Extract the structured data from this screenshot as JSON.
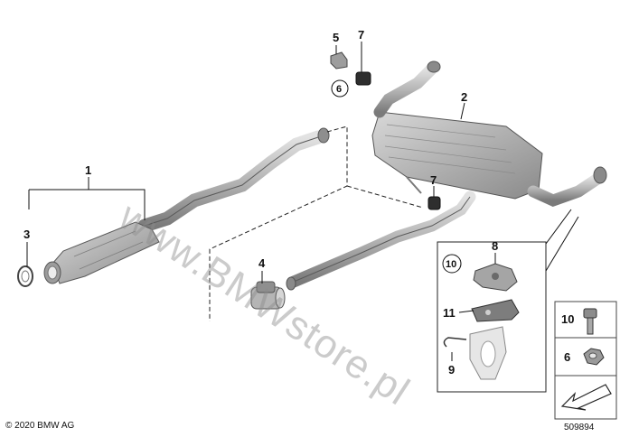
{
  "callouts": {
    "c1": "1",
    "c2": "2",
    "c3": "3",
    "c4": "4",
    "c5": "5",
    "c6": "6",
    "c7a": "7",
    "c7b": "7",
    "c8": "8",
    "c9": "9",
    "c10": "10",
    "c11": "11"
  },
  "legend": {
    "item1": "10",
    "item2": "6"
  },
  "footer": {
    "copyright": "© 2020 BMW AG",
    "diagram_number": "509894"
  },
  "watermark": "www.BMWstore.pl",
  "colors": {
    "part_light": "#cfcfcf",
    "part_mid": "#a8a8a8",
    "part_dark": "#6e6e6e",
    "line": "#111111"
  }
}
